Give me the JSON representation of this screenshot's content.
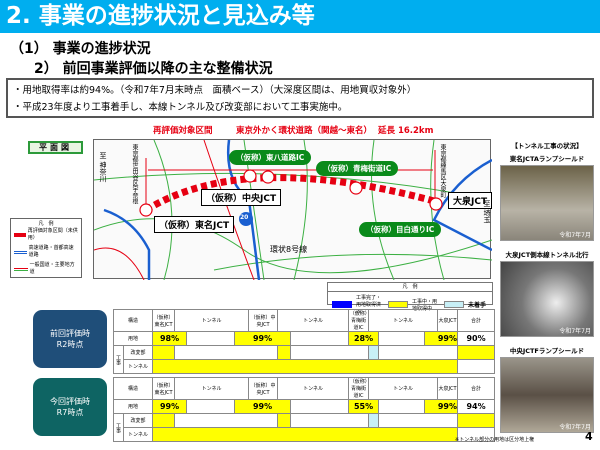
{
  "title": "2. 事業の進捗状況と見込み等",
  "section": "（1） 事業の進捗状況",
  "subsection": "2） 前回事業評価以降の主な整備状況",
  "bullets": [
    "・用地取得率は約94%。（令和7年7月末時点　面積ベース）（大深度区間は、用地買収対象外）",
    "・平成23年度より工事着手し、本線トンネル及び改変部において工事実施中。"
  ],
  "map": {
    "plan_label": "平面図",
    "header_segment": "再評価対象区間",
    "header_road": "東京外かく環状道路（関越～東名）",
    "header_length": "延長 16.2km",
    "labels": {
      "tomei_jct": "（仮称）東名JCT",
      "chuo_jct": "（仮称）中央JCT",
      "tohachi_ic": "（仮称）東八道路IC",
      "ome_ic": "（仮称）青梅街道IC",
      "mejiro_ic": "（仮称）目白通りIC",
      "oizumi_jct": "大泉JCT",
      "kanjo8": "環状8号線",
      "route20": "20",
      "to_kanagawa": "至 神奈川",
      "to_saitama": "至 埼玉",
      "setagaya": "東京都世田谷区宇奈根",
      "nerima": "東京都練馬区大泉町"
    },
    "legend": {
      "title": "凡　例",
      "items": [
        "再評価対象区間（未供用）",
        "高速道路・首都高速道路",
        "一般国道・主要地方道"
      ]
    }
  },
  "photos": {
    "heading": "【トンネル工事の状況】",
    "items": [
      {
        "caption": "東名JCTAランプシールド",
        "date": "令和7年7月"
      },
      {
        "caption": "大泉JCT側本線トンネル北行",
        "date": "令和7年7月"
      },
      {
        "caption": "中央JCTFランプシールド",
        "date": "令和7年7月"
      }
    ]
  },
  "status_legend": {
    "title": "凡　例",
    "done": "工事完了・用地取得済み",
    "ongoing": "工事中・用地取得中",
    "not_started": "未着手",
    "colors": {
      "done": "#0000ff",
      "ongoing": "#ffff00",
      "not_started": "#c8f0f7"
    }
  },
  "tables": [
    {
      "label_line1": "前回評価時",
      "label_line2": "R2時点",
      "color": "#1f4e79",
      "land": [
        "98%",
        "99%",
        "28%",
        "99%"
      ],
      "total": "90%"
    },
    {
      "label_line1": "今回評価時",
      "label_line2": "R7時点",
      "color": "#0e6463",
      "land": [
        "99%",
        "99%",
        "55%",
        "99%"
      ],
      "total": "94%"
    }
  ],
  "table_headers": {
    "structure": "構造",
    "tomei": "（仮称）東名JCT",
    "tunnel": "トンネル",
    "chuo": "（仮称）中央JCT",
    "ome": "（仮称）青梅街道IC",
    "oizumi": "大泉JCT",
    "total": "合計",
    "land": "用地",
    "construction": "工事",
    "modified": "改変部"
  },
  "footnote": "※トンネル部分の用地は区分地上権",
  "page_number": "4"
}
